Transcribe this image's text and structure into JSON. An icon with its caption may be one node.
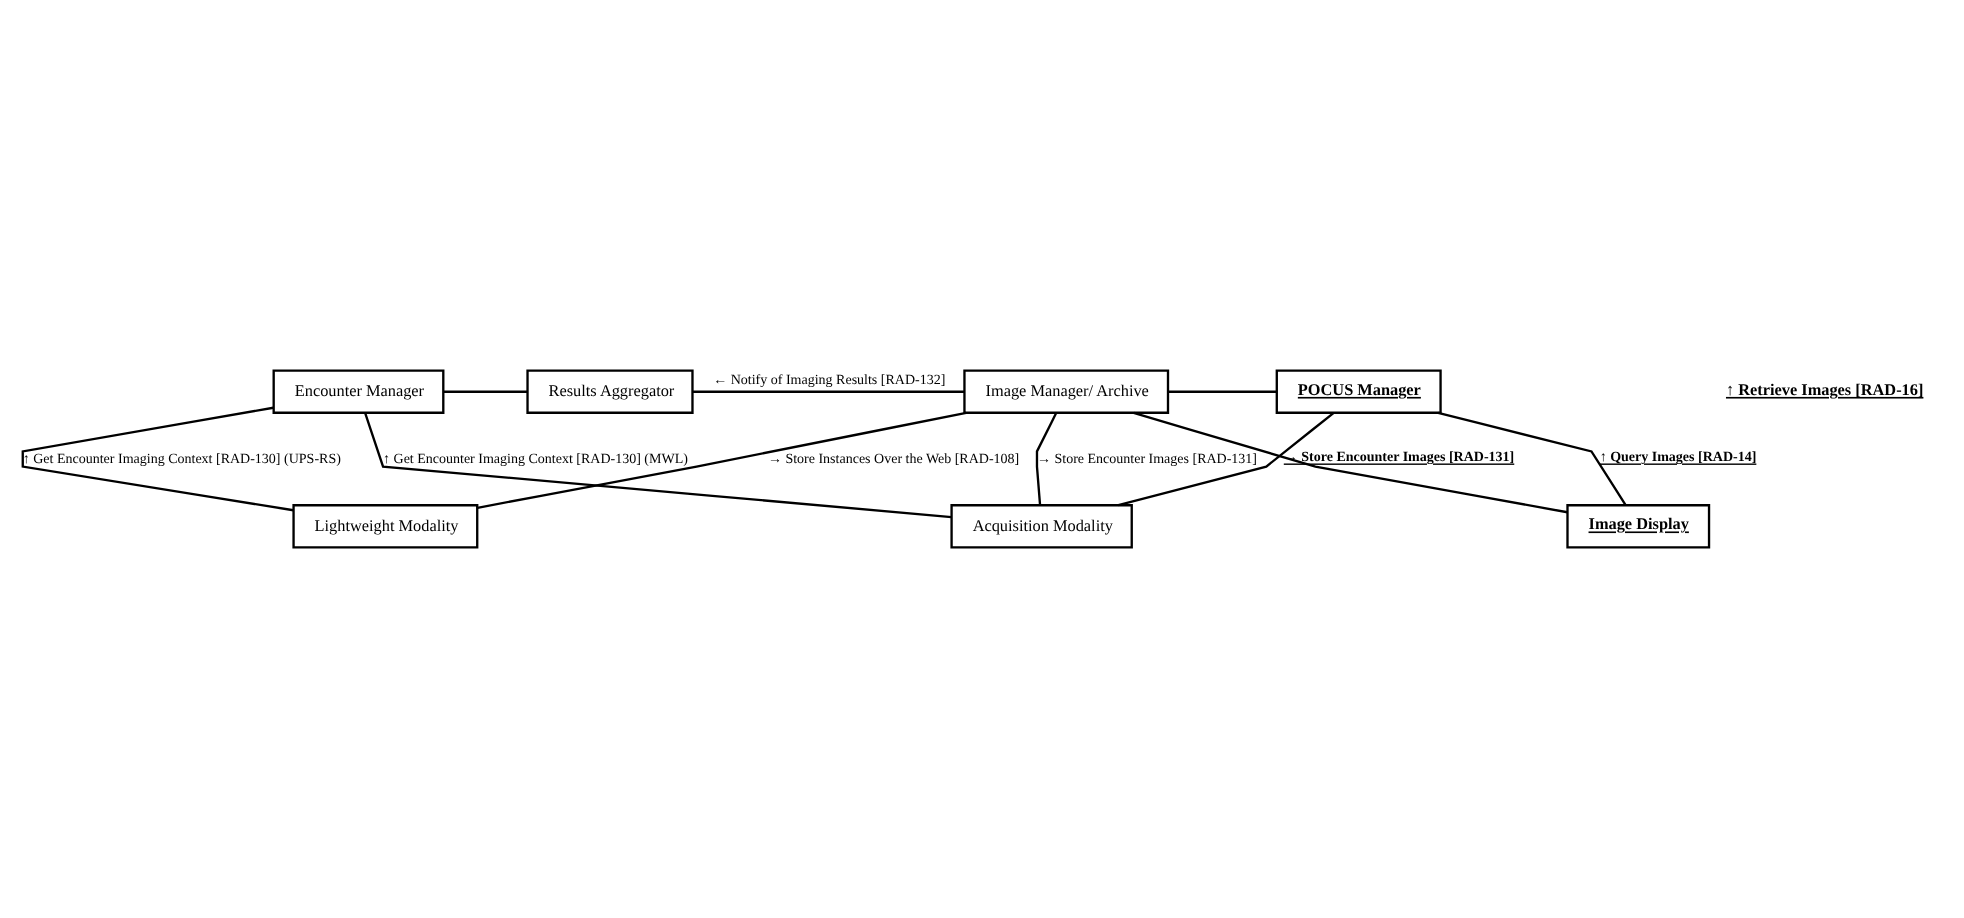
{
  "diagram": {
    "nodes": [
      {
        "text": [
          "Encounter Manager"
        ]
      },
      {
        "text": [
          "Results Aggregator"
        ]
      },
      {
        "text": [
          "Image Manager/ Archive"
        ]
      },
      {
        "text": [
          "POCUS Manager"
        ]
      },
      {
        "text": [
          "Lightweight Modality"
        ]
      },
      {
        "text": [
          "Image Display"
        ]
      },
      {
        "text": [
          "Acquisition Modality"
        ]
      }
    ],
    "edges": [
      {
        "from": 0,
        "to": 1,
        "arrow": "none"
      },
      {
        "from": 1,
        "to": 2,
        "arrow": "none",
        "label": "← Notify of Imaging Results [RAD-132]"
      },
      {
        "from": 2,
        "to": 3,
        "arrow": "none"
      },
      {
        "from": 0,
        "to": 4,
        "arrow": "none",
        "label": "↑ Get Encounter Imaging Context [RAD-130] (UPS-RS)"
      },
      {
        "from": 4,
        "to": 2,
        "arrow": "none",
        "label": "→ Store Instances Over the Web [RAD-108]"
      },
      {
        "from": 0,
        "to": 6,
        "arrow": "none",
        "label": "↑ Get Encounter Imaging Context [RAD-130] (MWL)"
      },
      {
        "from": 6,
        "to": 2,
        "arrow": "none",
        "label": "→ Store Encounter Images [RAD-131]"
      },
      {
        "from": 2,
        "to": 5,
        "arrow": "none"
      },
      {
        "from": 5,
        "to": 3,
        "arrow": "none",
        "label": "↑ Query Images [RAD-14]"
      },
      {
        "from": 6,
        "to": 3,
        "arrow": "none",
        "label": "→ Store Encounter Images [RAD-131]"
      }
    ],
    "labels": [
      "↑ Retrieve Images [RAD-16]"
    ]
  }
}
